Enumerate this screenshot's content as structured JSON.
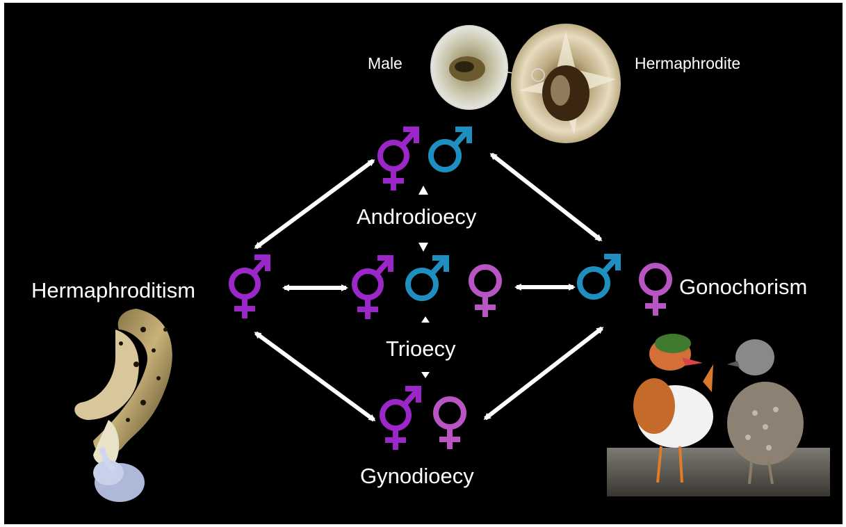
{
  "labels": {
    "male": "Male",
    "hermaphrodite": "Hermaphrodite",
    "androdioecy": "Androdioecy",
    "hermaphroditism": "Hermaphroditism",
    "trioecy": "Trioecy",
    "gonochorism": "Gonochorism",
    "gynodioecy": "Gynodioecy"
  },
  "colors": {
    "hermaphrodite_symbol": "#9b27c8",
    "male_symbol": "#1f8fbf",
    "female_symbol": "#b855c2",
    "arrow": "#ffffff",
    "background": "#000000"
  },
  "icons": {
    "hermaphrodite": "hermaphrodite-symbol-icon",
    "male": "male-symbol-icon",
    "female": "female-symbol-icon"
  }
}
